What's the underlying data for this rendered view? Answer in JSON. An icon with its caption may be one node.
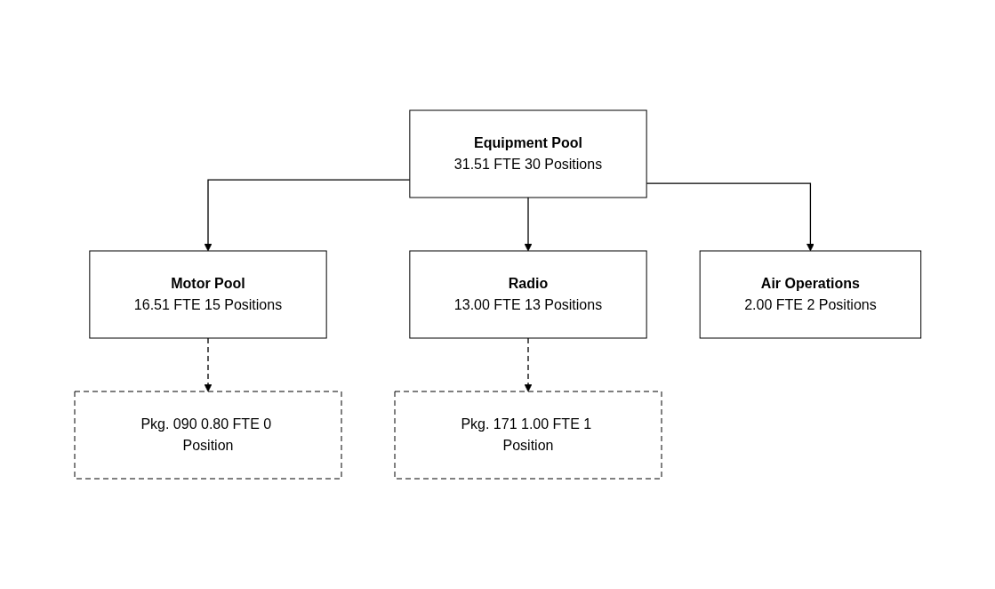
{
  "diagram": {
    "nodes": [
      {
        "text": [
          "Equipment Pool",
          "31.51 FTE 30 Positions"
        ]
      },
      {
        "text": [
          "Motor Pool",
          "16.51 FTE 15 Positions"
        ]
      },
      {
        "text": [
          "Radio",
          "13.00 FTE 13 Positions"
        ]
      },
      {
        "text": [
          "Air Operations",
          "2.00 FTE 2 Positions"
        ]
      },
      {
        "text": [
          "Pkg. 090 0.80 FTE 0 Position"
        ]
      },
      {
        "text": [
          "Pkg. 171 1.00 FTE 1 Position"
        ]
      }
    ],
    "edges": [
      {
        "from": 0,
        "to": 1,
        "arrow": "to"
      },
      {
        "from": 0,
        "to": 2,
        "arrow": "to"
      },
      {
        "from": 0,
        "to": 3,
        "arrow": "to"
      },
      {
        "from": 1,
        "to": 4,
        "arrow": "to",
        "style": "dashed"
      },
      {
        "from": 2,
        "to": 5,
        "arrow": "to",
        "style": "dashed"
      }
    ]
  }
}
